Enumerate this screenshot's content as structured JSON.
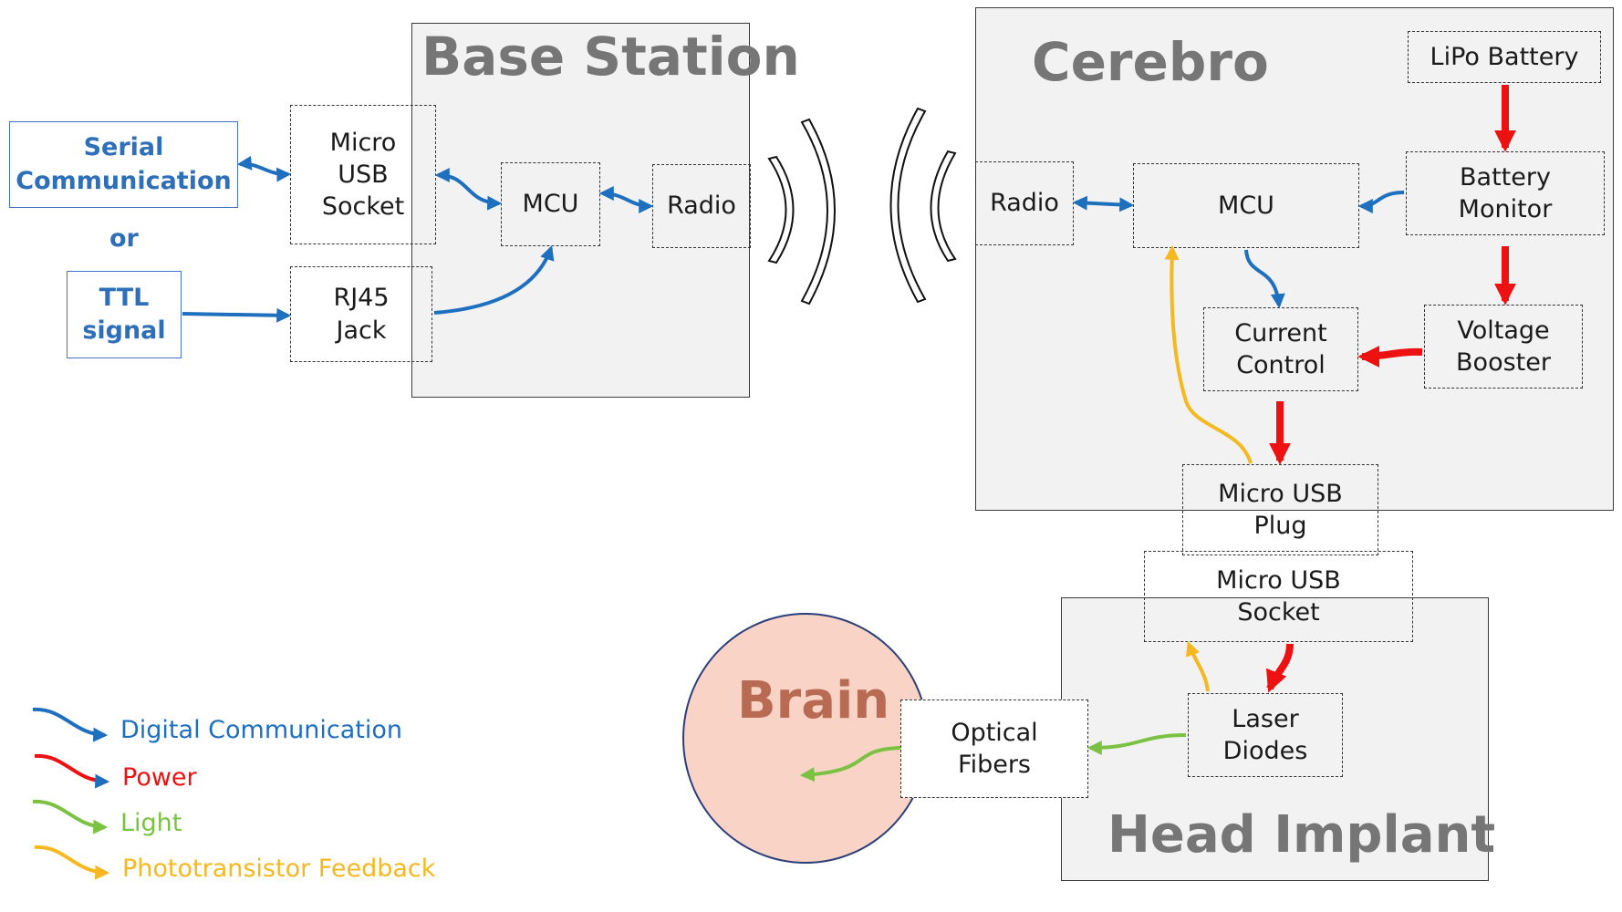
{
  "colors": {
    "digital": "#1f6fbf",
    "power": "#ee1111",
    "light": "#7cc242",
    "feedback": "#f5b820",
    "panel": "#f2f2f2",
    "title": "#767676",
    "brain_fill": "#f9d3c5",
    "brain_text": "#b86b52"
  },
  "inputs": {
    "serial": "Serial\nCommunication",
    "or": "or",
    "ttl": "TTL\nsignal"
  },
  "base_station": {
    "title": "Base Station",
    "usb_socket": "Micro\nUSB\nSocket",
    "rj45": "RJ45\nJack",
    "mcu": "MCU",
    "radio": "Radio"
  },
  "cerebro": {
    "title": "Cerebro",
    "lipo": "LiPo Battery",
    "battery_monitor": "Battery\nMonitor",
    "radio": "Radio",
    "mcu": "MCU",
    "current_control": "Current\nControl",
    "voltage_booster": "Voltage\nBooster",
    "usb_plug": "Micro USB\nPlug"
  },
  "head_implant": {
    "title": "Head Implant",
    "usb_socket": "Micro USB\nSocket",
    "laser_diodes": "Laser\nDiodes",
    "optical_fibers": "Optical\nFibers"
  },
  "brain": {
    "label": "Brain"
  },
  "legend": [
    {
      "label": "Digital Communication",
      "color": "#1f6fbf"
    },
    {
      "label": "Power",
      "color": "#ee1111"
    },
    {
      "label": "Light",
      "color": "#7cc242"
    },
    {
      "label": "Phototransistor Feedback",
      "color": "#f5b820"
    }
  ]
}
